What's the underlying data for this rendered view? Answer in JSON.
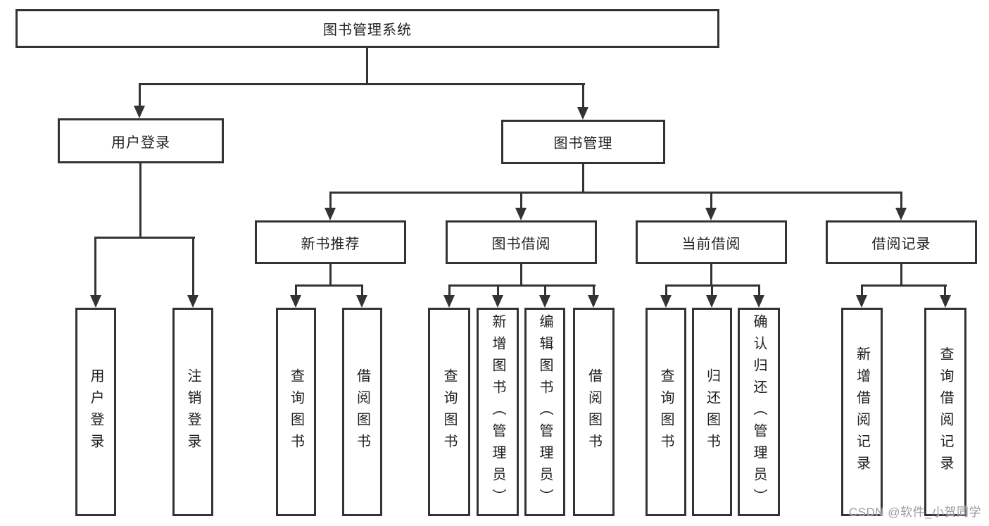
{
  "colors": {
    "line": "#333333",
    "box_fill": "#ffffff",
    "text": "#1f1f1f",
    "watermark_gray": "#9b9b9b",
    "background": "#ffffff"
  },
  "tree": {
    "root": {
      "label": "图书管理系统"
    },
    "branches": [
      {
        "label": "用户登录",
        "children": [
          "用户登录",
          "注销登录"
        ]
      },
      {
        "label": "图书管理",
        "children": [
          {
            "label": "新书推荐",
            "children": [
              "查询图书",
              "借阅图书"
            ]
          },
          {
            "label": "图书借阅",
            "children": [
              "查询图书",
              "新增图书（管理员）",
              "编辑图书（管理员）",
              "借阅图书"
            ]
          },
          {
            "label": "当前借阅",
            "children": [
              "查询图书",
              "归还图书",
              "确认归还（管理员）"
            ]
          },
          {
            "label": "借阅记录",
            "children": [
              "新增借阅记录",
              "查询借阅记录"
            ]
          }
        ]
      }
    ]
  },
  "watermark": {
    "text": "CSDN @软件_小贺同学"
  }
}
